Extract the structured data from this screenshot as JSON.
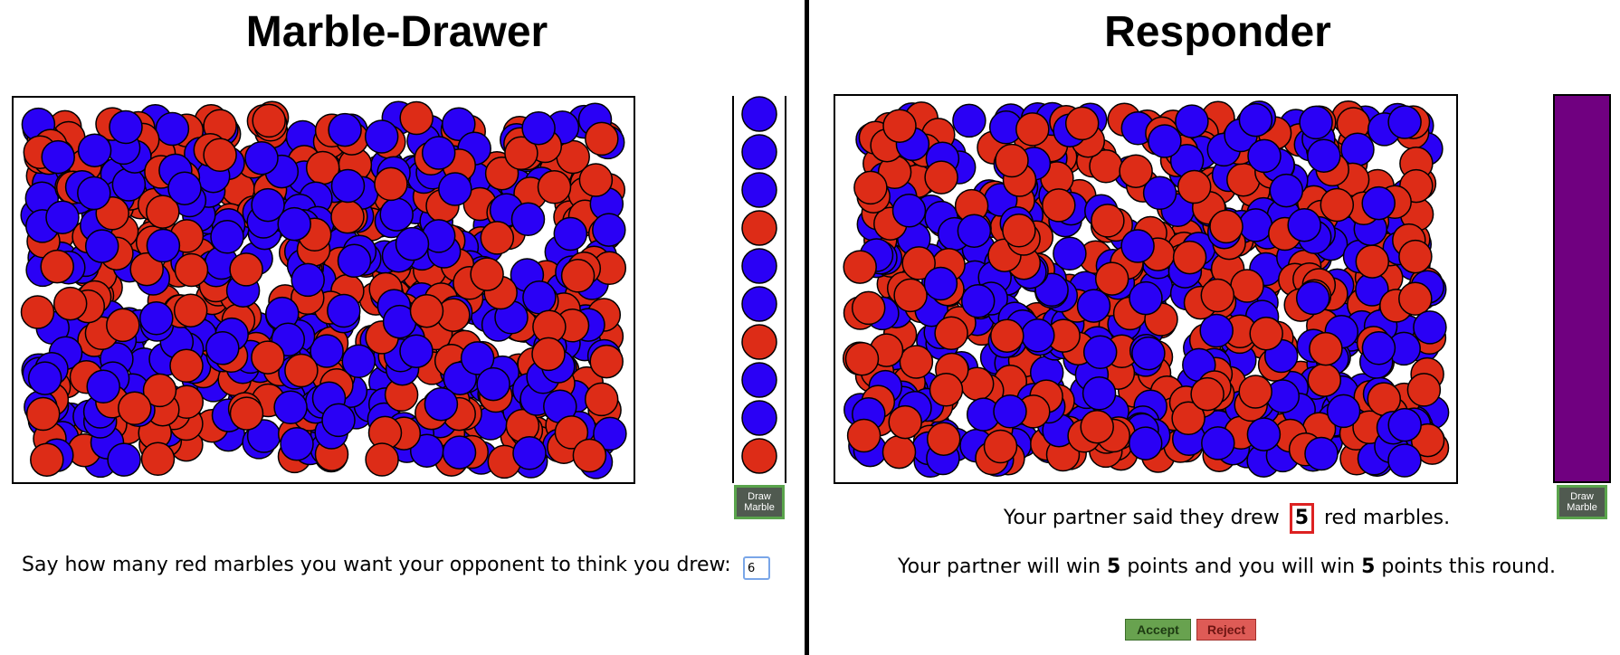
{
  "colors": {
    "red": "#dd2c17",
    "blue": "#2a00f5",
    "purple": "#700080",
    "accept": "#68a24f",
    "reject": "#de5b56"
  },
  "drawer": {
    "title": "Marble-Drawer",
    "draw_button": "Draw Marble",
    "drawn_sequence": [
      "blue",
      "blue",
      "blue",
      "red",
      "blue",
      "blue",
      "red",
      "blue",
      "blue",
      "red"
    ],
    "prompt": "Say how many red marbles you want your opponent to think you drew:",
    "input_value": "6"
  },
  "responder": {
    "title": "Responder",
    "draw_button": "Draw Marble",
    "said_prefix": "Your partner said they drew",
    "said_value": "5",
    "said_suffix": "red marbles.",
    "win_text_1": "Your partner will win",
    "partner_points": "5",
    "win_text_2": "points and you will win",
    "your_points": "5",
    "win_text_3": "points this round.",
    "accept_label": "Accept",
    "reject_label": "Reject"
  }
}
